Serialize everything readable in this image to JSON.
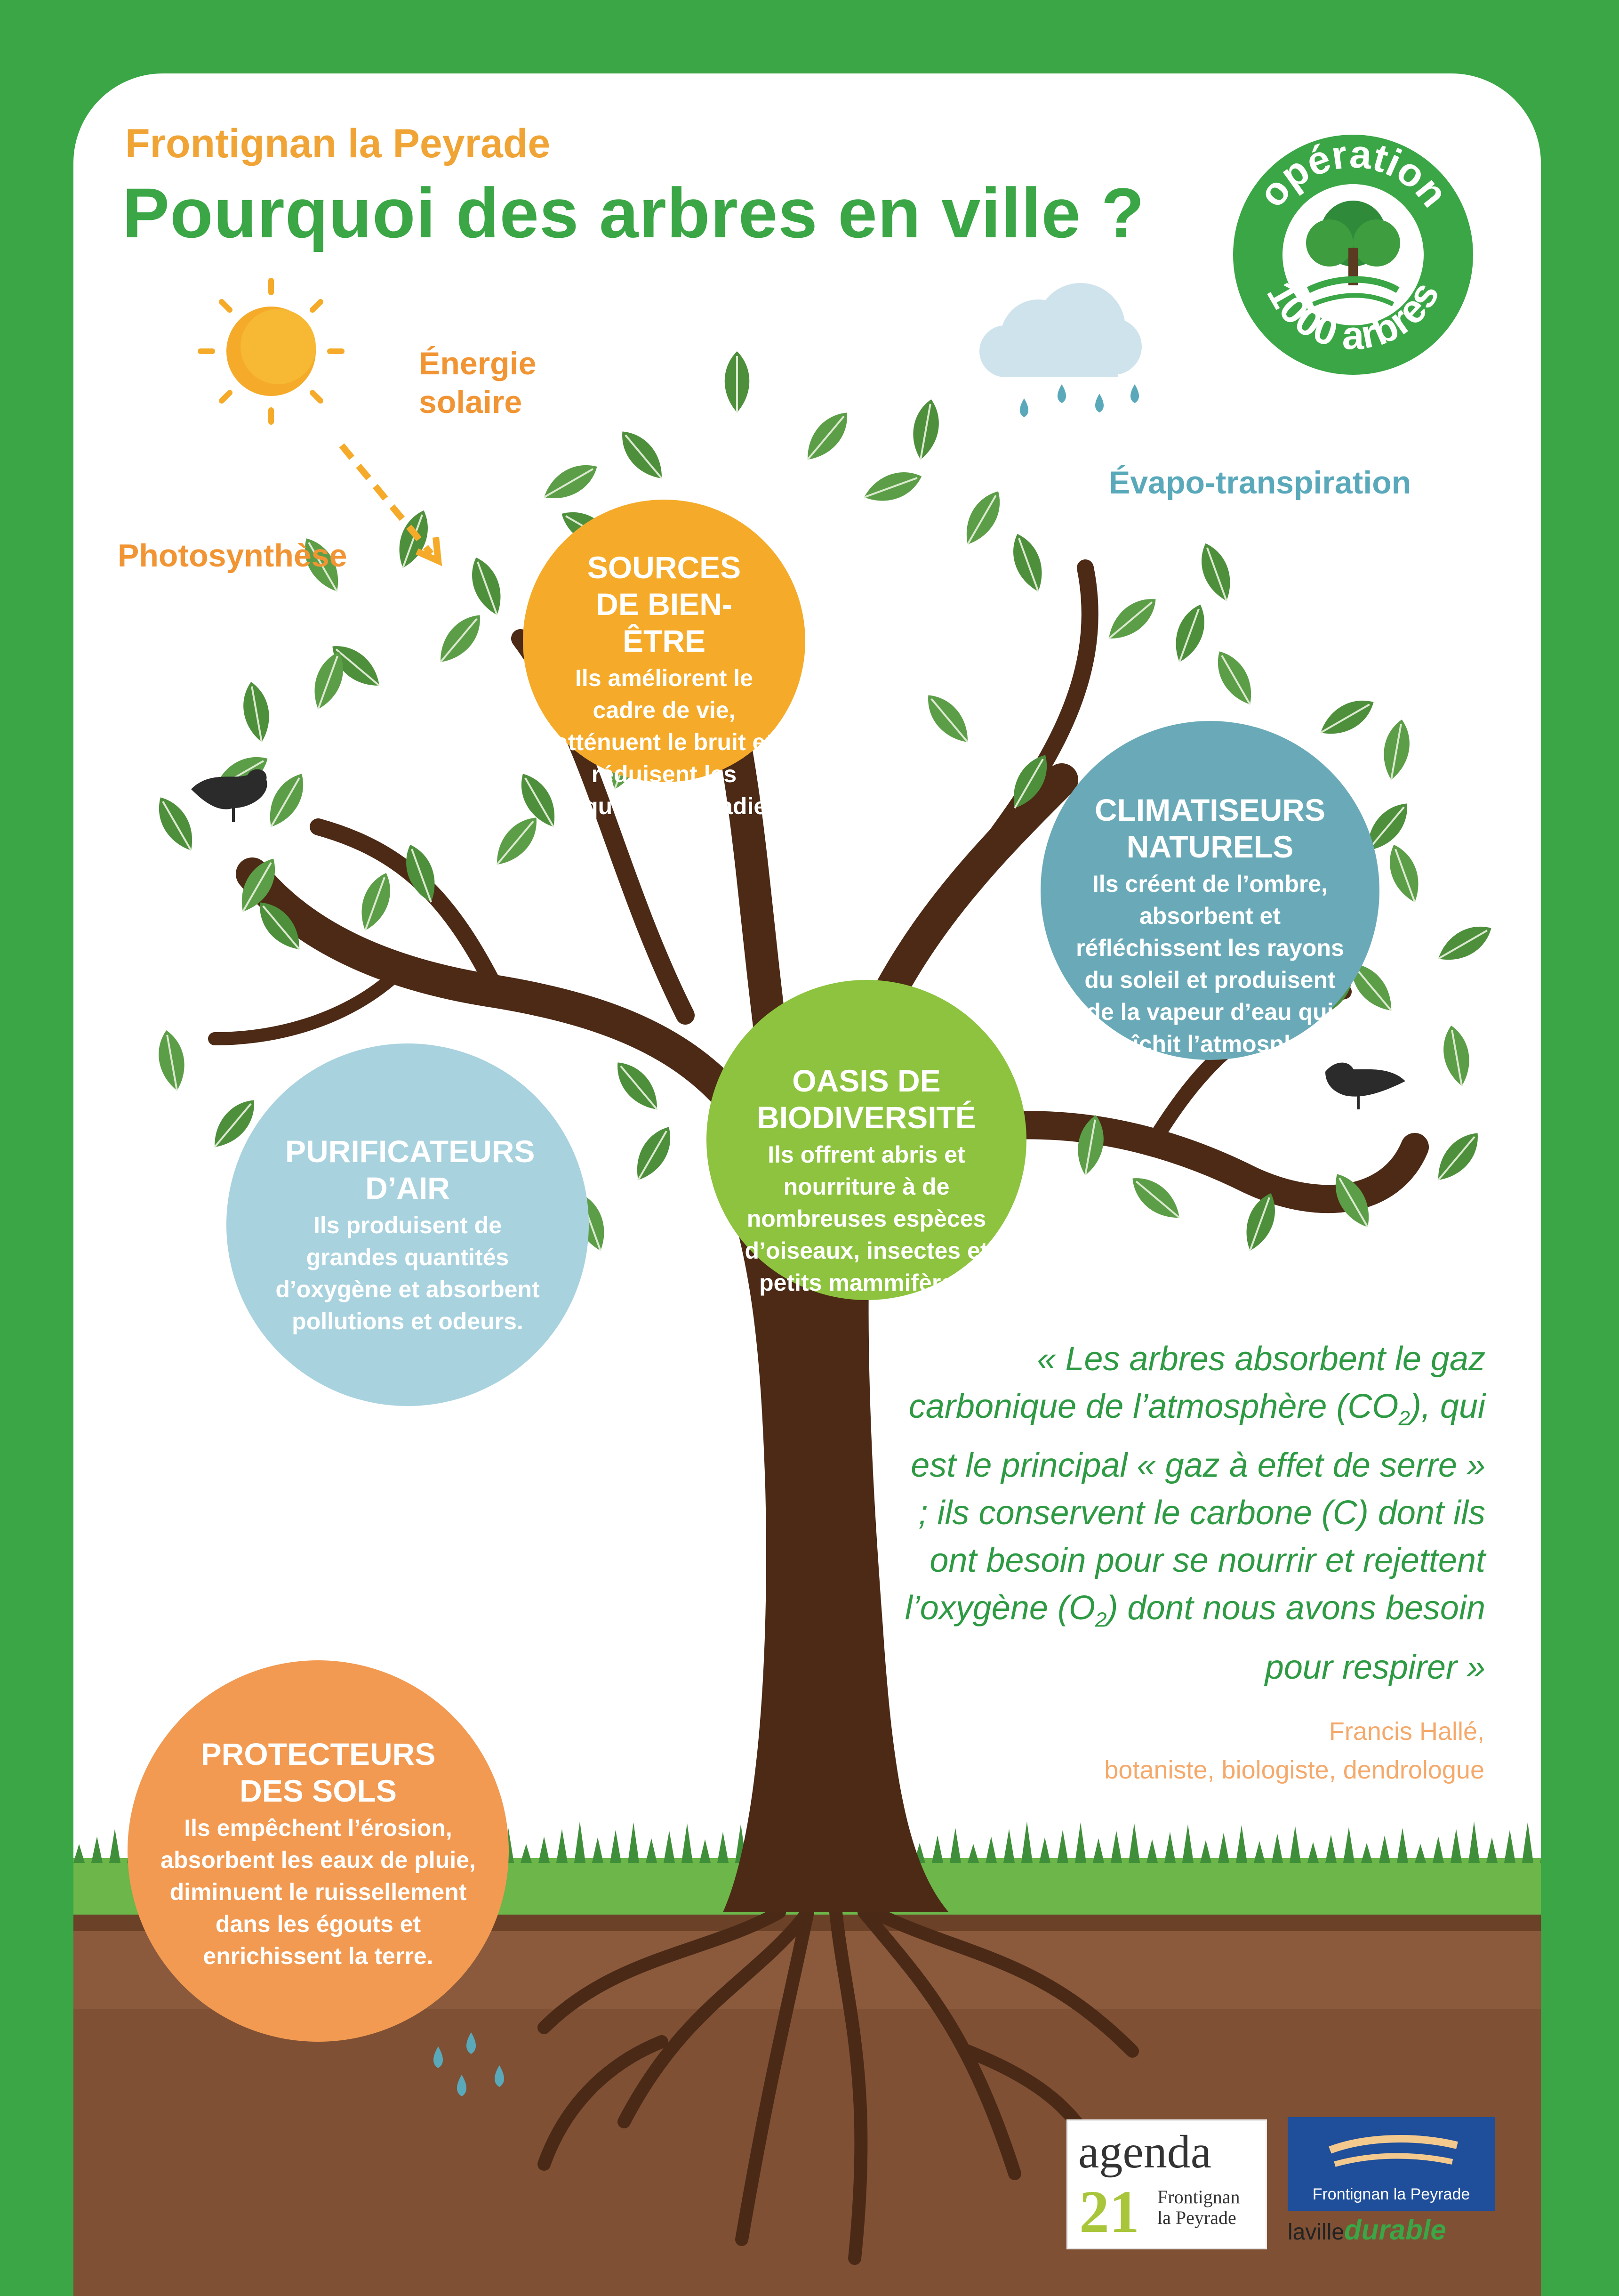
{
  "header": {
    "subtitle": "Frontignan la Peyrade",
    "title": "Pourquoi des arbres en ville ?"
  },
  "badge": {
    "top_text": "opération",
    "bottom_text": "1000 arbres",
    "icon": "tree-icon"
  },
  "labels": {
    "energy": "Énergie solaire",
    "photosynthesis": "Photosynthèse",
    "evapo": "Évapo-transpiration"
  },
  "bubbles": [
    {
      "title": "SOURCES DE BIEN-ÊTRE",
      "text": "Ils améliorent le cadre de vie, atténuent le bruit et réduisent les risques de maladie.",
      "color": "#f5ab29"
    },
    {
      "title": "CLIMATISEURS NATURELS",
      "text": "Ils créent de l’ombre, absorbent et réfléchissent les rayons du soleil et produisent de la vapeur d’eau qui rafraîchit l’atmosphère.",
      "color": "#6aaab8"
    },
    {
      "title": "OASIS DE BIODIVERSITÉ",
      "text": "Ils offrent abris et nourriture à de nombreuses espèces d’oiseaux, insectes et petits mammifères.",
      "color": "#8dc33e"
    },
    {
      "title": "PURIFICATEURS D’AIR",
      "text": "Ils produisent de grandes quantités d’oxygène et absorbent pollutions et odeurs.",
      "color": "#a9d2df"
    },
    {
      "title": "PROTECTEURS DES SOLS",
      "text": "Ils empêchent l’érosion, absorbent les eaux de pluie, diminuent le ruissellement dans les égouts et enrichissent la terre.",
      "color": "#f29a52"
    }
  ],
  "quote": {
    "part1": "« Les arbres absorbent le gaz carbonique de l’atmosphère (CO",
    "sub1": "2",
    "part2": "), qui est le principal « gaz à effet de serre » ; ils conservent le carbone (C) dont ils ont besoin pour se nourrir et rejettent l’oxygène (O",
    "sub2": "2",
    "part3": ") dont nous avons besoin pour respirer »",
    "author_name": "Francis Hallé,",
    "author_role": "botaniste, biologiste, dendrologue"
  },
  "logos": {
    "agenda_word": "agenda",
    "agenda_number": "21",
    "agenda_city": "Frontignan la Peyrade",
    "city_logo_text": "Frontignan la Peyrade",
    "city_tagline_a": "laville",
    "city_tagline_b": "durable"
  }
}
